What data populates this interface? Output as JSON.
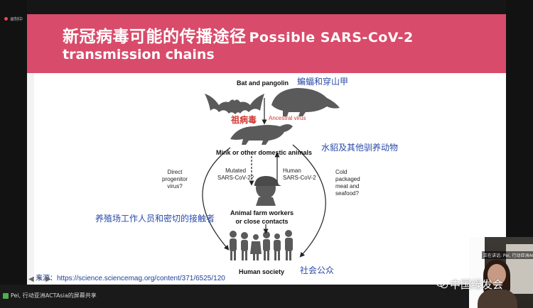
{
  "meeting": {
    "rec_label": "录制中",
    "share_status": "Pei, 行动亚洲ACTAsia的屏幕共享",
    "speaker_status": "正在讲话: Pei, 行动亚洲ACTAsia"
  },
  "slide": {
    "title_zh": "新冠病毒可能的传播途径",
    "title_en_1": "Possible SARS-CoV-2",
    "title_en_2": "transmission chains",
    "source_label": "来源：",
    "source_url": "https://science.sciencemag.org/content/371/6525/120",
    "colors": {
      "header": "#d94b6a",
      "annotation_blue": "#2a4ba8",
      "annotation_red": "#d0372f"
    }
  },
  "diagram": {
    "bat_pangolin": "Bat and pangolin",
    "bat_pangolin_zh": "蝙蝠和穿山甲",
    "ancestral_zh": "祖病毒",
    "ancestral_en": "Ancestral virus",
    "mink": "Mink or other domestic animals",
    "mink_zh": "水貂及其他驯养动物",
    "direct_line1": "Direct",
    "direct_line2": "progenitor",
    "direct_line3": "virus?",
    "mutated_line1": "Mutated",
    "mutated_line2": "SARS-CoV-2?",
    "human_line1": "Human",
    "human_line2": "SARS-CoV-2",
    "cold_line1": "Cold",
    "cold_line2": "packaged",
    "cold_line3": "meat and",
    "cold_line4": "seafood?",
    "workers_line1": "Animal farm workers",
    "workers_line2": "or close contacts",
    "workers_zh": "养殖场工作人员和密切的接触者",
    "society": "Human society",
    "society_zh": "社会公众"
  },
  "watermark": {
    "text": "中国绿发会",
    "icon": "wechat-icon"
  }
}
